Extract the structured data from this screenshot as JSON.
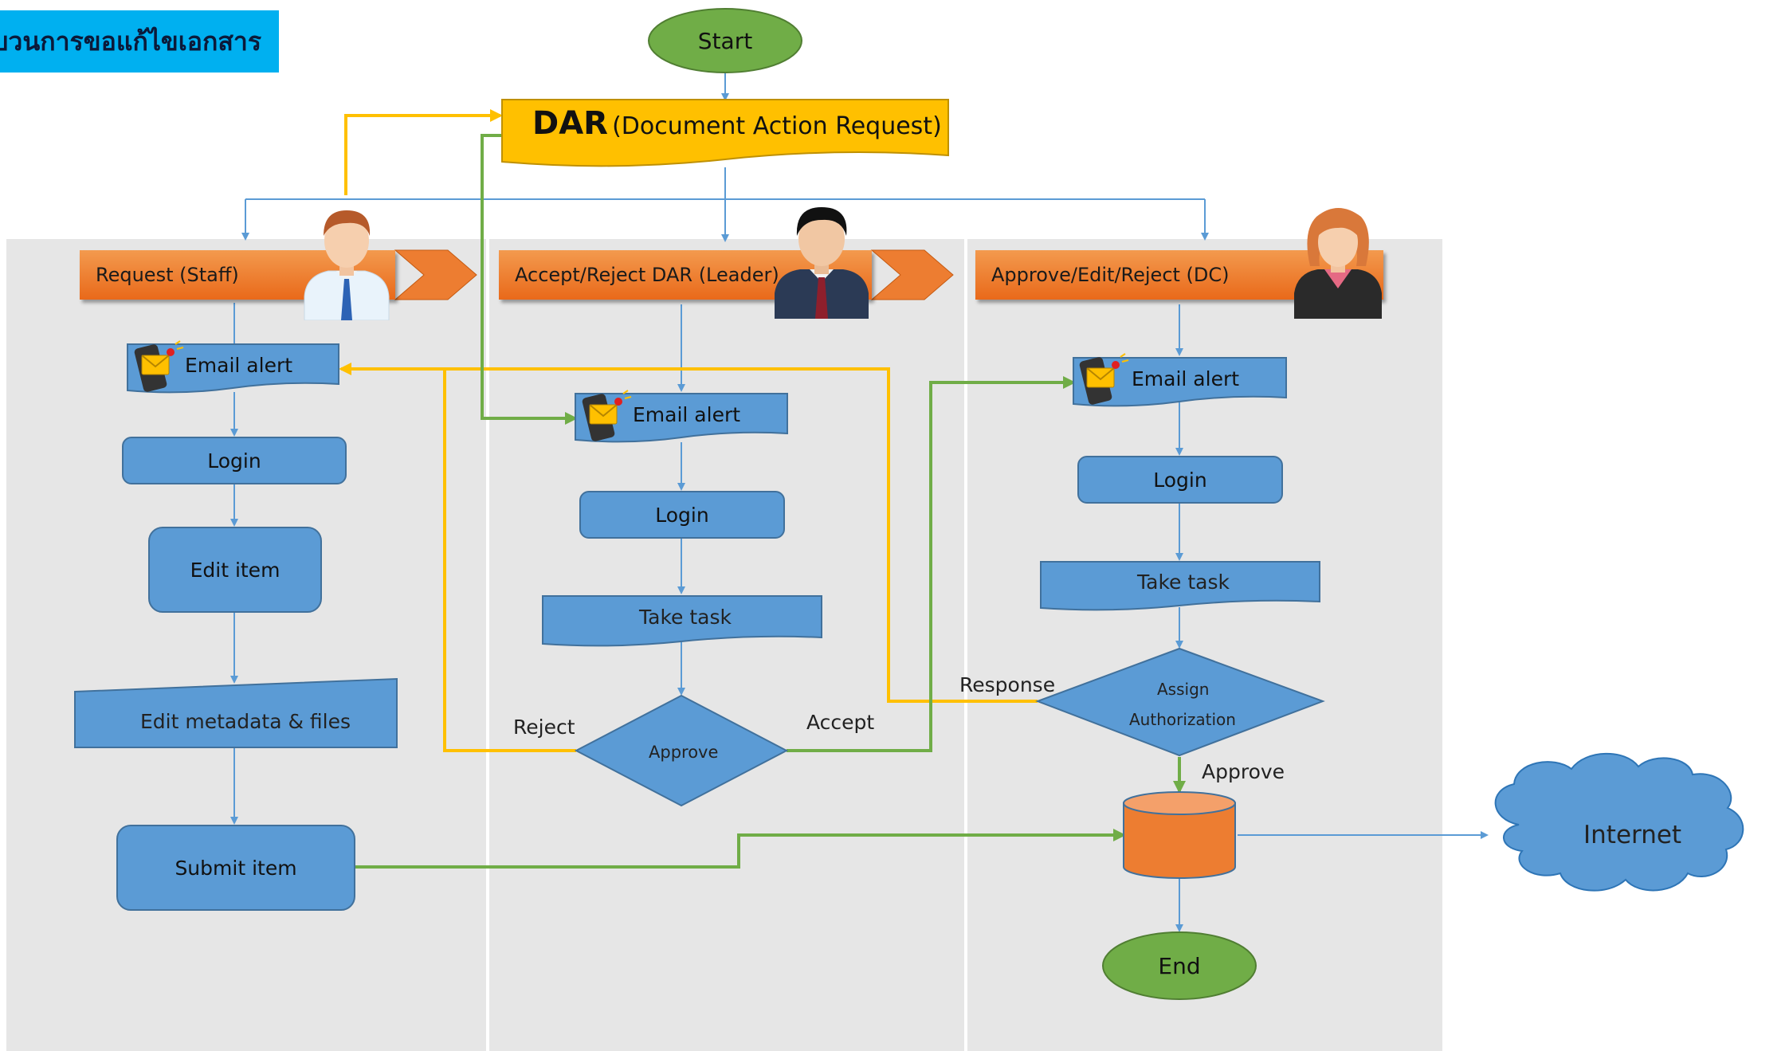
{
  "title": "ขบวนการขอแก้ไขเอกสาร",
  "start": "Start",
  "end": "End",
  "dar": {
    "bold": "DAR",
    "rest": "(Document Action Request)"
  },
  "lanes": [
    {
      "header": "Request (Staff)"
    },
    {
      "header": "Accept/Reject DAR (Leader)"
    },
    {
      "header": "Approve/Edit/Reject (DC)"
    }
  ],
  "nodes": {
    "email_staff": "Email alert",
    "login_staff": "Login",
    "edit_item": "Edit item",
    "edit_meta": "Edit metadata & files",
    "submit_item": "Submit item",
    "email_leader": "Email alert",
    "login_leader": "Login",
    "task_leader": "Take task",
    "approve_leader": "Approve",
    "email_dc": "Email alert",
    "login_dc": "Login",
    "task_dc": "Take task",
    "assign_dc": [
      "Assign",
      "Authorization"
    ],
    "internet": "Internet"
  },
  "labels": {
    "reject": "Reject",
    "accept": "Accept",
    "response": "Response",
    "approve": "Approve"
  },
  "colors": {
    "lane": "#e6e6e6",
    "process": "#5b9bd5",
    "header": "#ed7d31",
    "terminal": "#70ad47",
    "dar": "#ffc000",
    "yellow_line": "#ffc000",
    "green_line": "#70ad47",
    "blue_line": "#5b9bd5"
  }
}
